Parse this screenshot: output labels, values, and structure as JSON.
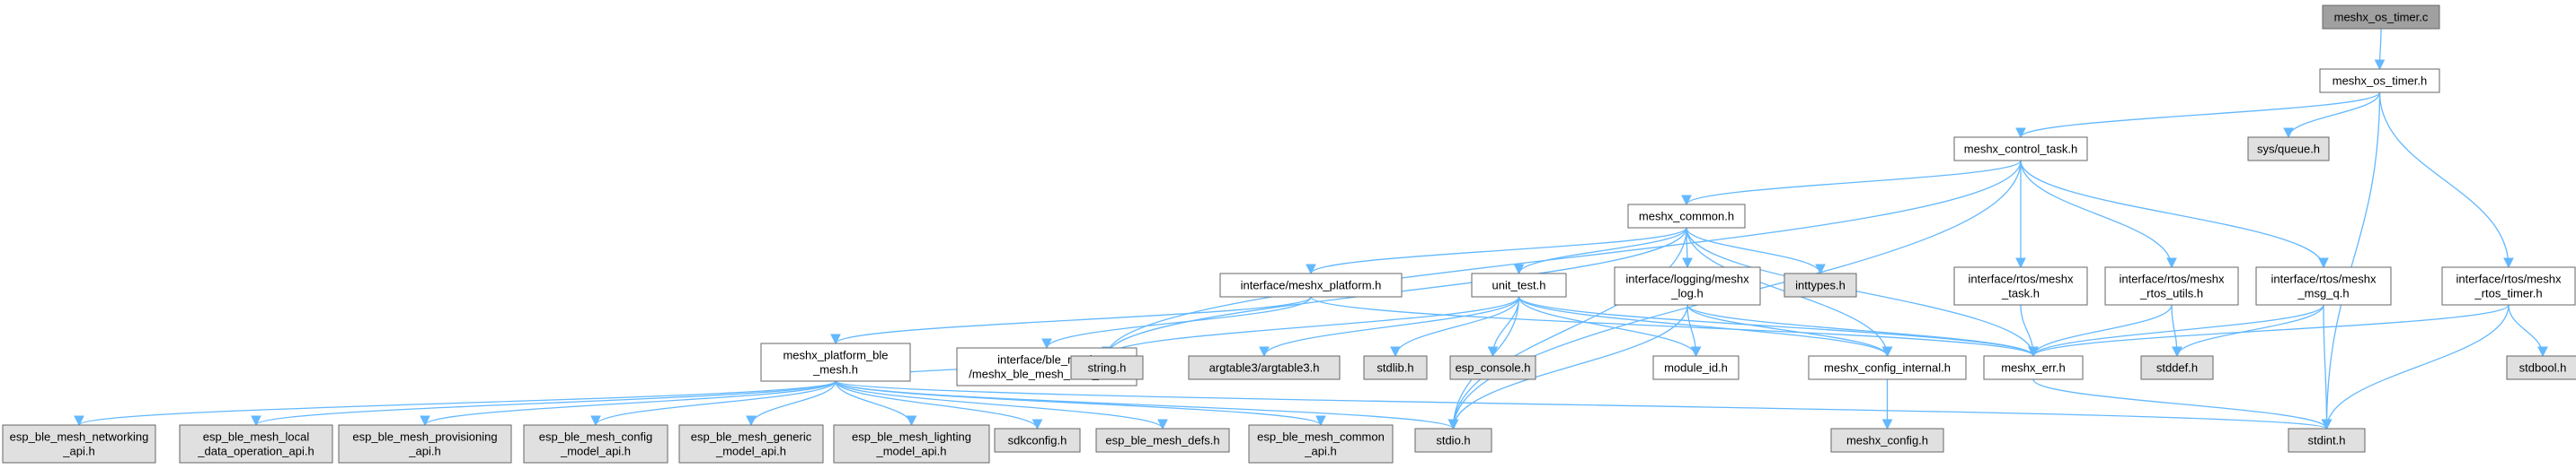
{
  "nodes": [
    {
      "id": "root",
      "lines": [
        "meshx_os_timer.c"
      ],
      "kind": "current"
    },
    {
      "id": "os_timer_h",
      "lines": [
        "meshx_os_timer.h"
      ],
      "kind": "local"
    },
    {
      "id": "control_task",
      "lines": [
        "meshx_control_task.h"
      ],
      "kind": "local"
    },
    {
      "id": "sys_queue",
      "lines": [
        "sys/queue.h"
      ],
      "kind": "system"
    },
    {
      "id": "common",
      "lines": [
        "meshx_common.h"
      ],
      "kind": "local"
    },
    {
      "id": "rtos_task",
      "lines": [
        "interface/rtos/meshx",
        "_task.h"
      ],
      "kind": "local"
    },
    {
      "id": "rtos_utils",
      "lines": [
        "interface/rtos/meshx",
        "_rtos_utils.h"
      ],
      "kind": "local"
    },
    {
      "id": "msg_q",
      "lines": [
        "interface/rtos/meshx",
        "_msg_q.h"
      ],
      "kind": "local"
    },
    {
      "id": "rtos_timer",
      "lines": [
        "interface/rtos/meshx",
        "_rtos_timer.h"
      ],
      "kind": "local"
    },
    {
      "id": "platform",
      "lines": [
        "interface/meshx_platform.h"
      ],
      "kind": "local"
    },
    {
      "id": "unit_test",
      "lines": [
        "unit_test.h"
      ],
      "kind": "local"
    },
    {
      "id": "log",
      "lines": [
        "interface/logging/meshx",
        "_log.h"
      ],
      "kind": "local"
    },
    {
      "id": "inttypes",
      "lines": [
        "inttypes.h"
      ],
      "kind": "system"
    },
    {
      "id": "platform_ble",
      "lines": [
        "meshx_platform_ble",
        "_mesh.h"
      ],
      "kind": "local"
    },
    {
      "id": "cmn_def",
      "lines": [
        "interface/ble_mesh",
        "/meshx_ble_mesh_cmn_def.h"
      ],
      "kind": "local"
    },
    {
      "id": "string",
      "lines": [
        "string.h"
      ],
      "kind": "system"
    },
    {
      "id": "argtable",
      "lines": [
        "argtable3/argtable3.h"
      ],
      "kind": "system"
    },
    {
      "id": "stdlib",
      "lines": [
        "stdlib.h"
      ],
      "kind": "system"
    },
    {
      "id": "esp_console",
      "lines": [
        "esp_console.h"
      ],
      "kind": "system"
    },
    {
      "id": "module_id",
      "lines": [
        "module_id.h"
      ],
      "kind": "local"
    },
    {
      "id": "config_internal",
      "lines": [
        "meshx_config_internal.h"
      ],
      "kind": "local"
    },
    {
      "id": "err",
      "lines": [
        "meshx_err.h"
      ],
      "kind": "local"
    },
    {
      "id": "stddef",
      "lines": [
        "stddef.h"
      ],
      "kind": "system"
    },
    {
      "id": "stdbool",
      "lines": [
        "stdbool.h"
      ],
      "kind": "system"
    },
    {
      "id": "networking",
      "lines": [
        "esp_ble_mesh_networking",
        "_api.h"
      ],
      "kind": "system"
    },
    {
      "id": "local_data",
      "lines": [
        "esp_ble_mesh_local",
        "_data_operation_api.h"
      ],
      "kind": "system"
    },
    {
      "id": "provisioning",
      "lines": [
        "esp_ble_mesh_provisioning",
        "_api.h"
      ],
      "kind": "system"
    },
    {
      "id": "config_model",
      "lines": [
        "esp_ble_mesh_config",
        "_model_api.h"
      ],
      "kind": "system"
    },
    {
      "id": "generic_model",
      "lines": [
        "esp_ble_mesh_generic",
        "_model_api.h"
      ],
      "kind": "system"
    },
    {
      "id": "lighting_model",
      "lines": [
        "esp_ble_mesh_lighting",
        "_model_api.h"
      ],
      "kind": "system"
    },
    {
      "id": "sdkconfig",
      "lines": [
        "sdkconfig.h"
      ],
      "kind": "system"
    },
    {
      "id": "defs",
      "lines": [
        "esp_ble_mesh_defs.h"
      ],
      "kind": "system"
    },
    {
      "id": "common_api",
      "lines": [
        "esp_ble_mesh_common",
        "_api.h"
      ],
      "kind": "system"
    },
    {
      "id": "stdio",
      "lines": [
        "stdio.h"
      ],
      "kind": "system"
    },
    {
      "id": "stdint",
      "lines": [
        "stdint.h"
      ],
      "kind": "system"
    },
    {
      "id": "meshx_config",
      "lines": [
        "meshx_config.h"
      ],
      "kind": "system"
    }
  ],
  "edges": [
    [
      "root",
      "os_timer_h"
    ],
    [
      "os_timer_h",
      "control_task"
    ],
    [
      "os_timer_h",
      "sys_queue"
    ],
    [
      "os_timer_h",
      "rtos_timer"
    ],
    [
      "os_timer_h",
      "stdint"
    ],
    [
      "control_task",
      "common"
    ],
    [
      "control_task",
      "rtos_task"
    ],
    [
      "control_task",
      "rtos_utils"
    ],
    [
      "control_task",
      "msg_q"
    ],
    [
      "control_task",
      "string"
    ],
    [
      "control_task",
      "stdio"
    ],
    [
      "common",
      "platform"
    ],
    [
      "common",
      "unit_test"
    ],
    [
      "common",
      "log"
    ],
    [
      "common",
      "inttypes"
    ],
    [
      "common",
      "config_internal"
    ],
    [
      "common",
      "err"
    ],
    [
      "common",
      "string"
    ],
    [
      "common",
      "stdio"
    ],
    [
      "platform",
      "platform_ble"
    ],
    [
      "platform",
      "cmn_def"
    ],
    [
      "platform",
      "err"
    ],
    [
      "unit_test",
      "string"
    ],
    [
      "unit_test",
      "argtable"
    ],
    [
      "unit_test",
      "stdlib"
    ],
    [
      "unit_test",
      "esp_console"
    ],
    [
      "unit_test",
      "module_id"
    ],
    [
      "unit_test",
      "config_internal"
    ],
    [
      "unit_test",
      "err"
    ],
    [
      "unit_test",
      "stdio"
    ],
    [
      "log",
      "module_id"
    ],
    [
      "log",
      "config_internal"
    ],
    [
      "log",
      "err"
    ],
    [
      "log",
      "stdio"
    ],
    [
      "rtos_task",
      "err"
    ],
    [
      "rtos_utils",
      "err"
    ],
    [
      "rtos_utils",
      "stddef"
    ],
    [
      "msg_q",
      "err"
    ],
    [
      "msg_q",
      "stddef"
    ],
    [
      "msg_q",
      "stdint"
    ],
    [
      "rtos_timer",
      "err"
    ],
    [
      "rtos_timer",
      "stdbool"
    ],
    [
      "rtos_timer",
      "stdint"
    ],
    [
      "platform_ble",
      "networking"
    ],
    [
      "platform_ble",
      "local_data"
    ],
    [
      "platform_ble",
      "provisioning"
    ],
    [
      "platform_ble",
      "config_model"
    ],
    [
      "platform_ble",
      "generic_model"
    ],
    [
      "platform_ble",
      "lighting_model"
    ],
    [
      "platform_ble",
      "sdkconfig"
    ],
    [
      "platform_ble",
      "defs"
    ],
    [
      "platform_ble",
      "common_api"
    ],
    [
      "platform_ble",
      "stdio"
    ],
    [
      "platform_ble",
      "stdint"
    ],
    [
      "platform_ble",
      "string"
    ],
    [
      "config_internal",
      "meshx_config"
    ],
    [
      "err",
      "stdint"
    ]
  ],
  "colors": {
    "current": "#a0a0a0",
    "local": "#ffffff",
    "system": "#e0e0e0",
    "edge": "#63b8ff",
    "border": "#666666"
  }
}
